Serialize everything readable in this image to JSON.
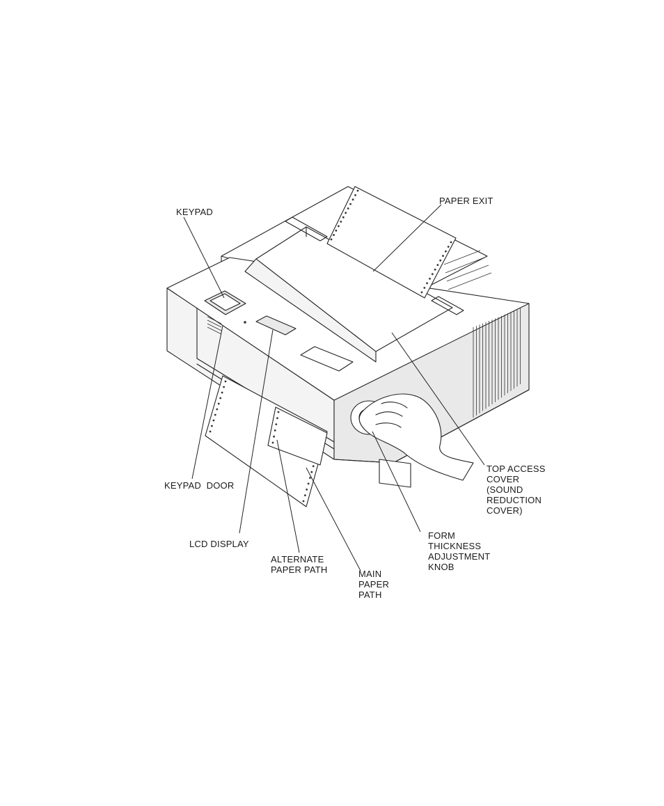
{
  "figure": {
    "subject": "printer-front-view",
    "callouts": {
      "keypad": [
        "KEYPAD"
      ],
      "paper_exit": [
        "PAPER EXIT"
      ],
      "top_access_cover": [
        "TOP ACCESS",
        "COVER",
        "(SOUND",
        "REDUCTION",
        "COVER)"
      ],
      "keypad_door": [
        "KEYPAD  DOOR"
      ],
      "lcd_display": [
        "LCD DISPLAY"
      ],
      "alternate_paper_path": [
        "ALTERNATE",
        "PAPER PATH"
      ],
      "main_paper_path": [
        "MAIN",
        "PAPER",
        "PATH"
      ],
      "form_thickness_knob": [
        "FORM",
        "THICKNESS",
        "ADJUSTMENT",
        "KNOB"
      ]
    }
  }
}
